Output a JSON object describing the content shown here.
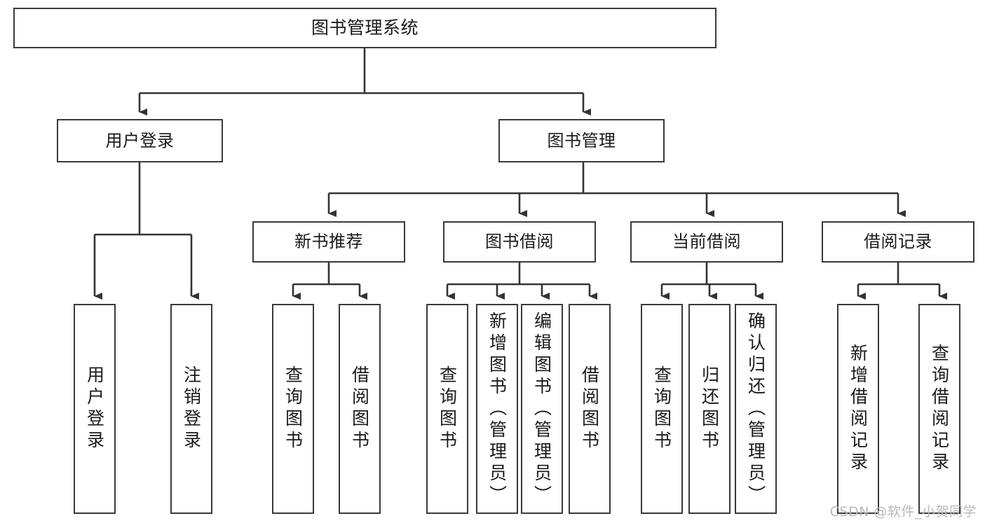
{
  "diagram": {
    "title": "图书管理系统",
    "type": "tree",
    "watermark": "CSDN @软件_小贺同学",
    "colors": {
      "box_border": "#3a3a3a",
      "box_fill": "#ffffff",
      "connector": "#333333",
      "text": "#1a1a1a",
      "watermark": "#b9b9b9",
      "background": "#ffffff"
    },
    "levels": {
      "root": {
        "label": "图书管理系统"
      },
      "level1": [
        {
          "id": "user-login",
          "label": "用户登录"
        },
        {
          "id": "book-mgmt",
          "label": "图书管理"
        }
      ],
      "level2": [
        {
          "id": "new-book-rec",
          "label": "新书推荐",
          "parent": "book-mgmt"
        },
        {
          "id": "book-borrow",
          "label": "图书借阅",
          "parent": "book-mgmt"
        },
        {
          "id": "current-borrow",
          "label": "当前借阅",
          "parent": "book-mgmt"
        },
        {
          "id": "borrow-record",
          "label": "借阅记录",
          "parent": "book-mgmt"
        }
      ],
      "leaves": {
        "user_login": [
          {
            "id": "leaf-user-login",
            "label": "用户登录"
          },
          {
            "id": "leaf-user-logout",
            "label": "注销登录"
          }
        ],
        "new_book_rec": [
          {
            "id": "leaf-query-book-1",
            "label": "查询图书"
          },
          {
            "id": "leaf-borrow-book-1",
            "label": "借阅图书"
          }
        ],
        "book_borrow": [
          {
            "id": "leaf-query-book-2",
            "label": "查询图书"
          },
          {
            "id": "leaf-add-book",
            "label": "新增图书（管理员）"
          },
          {
            "id": "leaf-edit-book",
            "label": "编辑图书（管理员）"
          },
          {
            "id": "leaf-borrow-book-2",
            "label": "借阅图书"
          }
        ],
        "current_borrow": [
          {
            "id": "leaf-query-book-3",
            "label": "查询图书"
          },
          {
            "id": "leaf-return-book",
            "label": "归还图书"
          },
          {
            "id": "leaf-confirm-return",
            "label": "确认归还（管理员）"
          }
        ],
        "borrow_record": [
          {
            "id": "leaf-add-record",
            "label": "新增借阅记录"
          },
          {
            "id": "leaf-query-record",
            "label": "查询借阅记录"
          }
        ]
      }
    }
  }
}
